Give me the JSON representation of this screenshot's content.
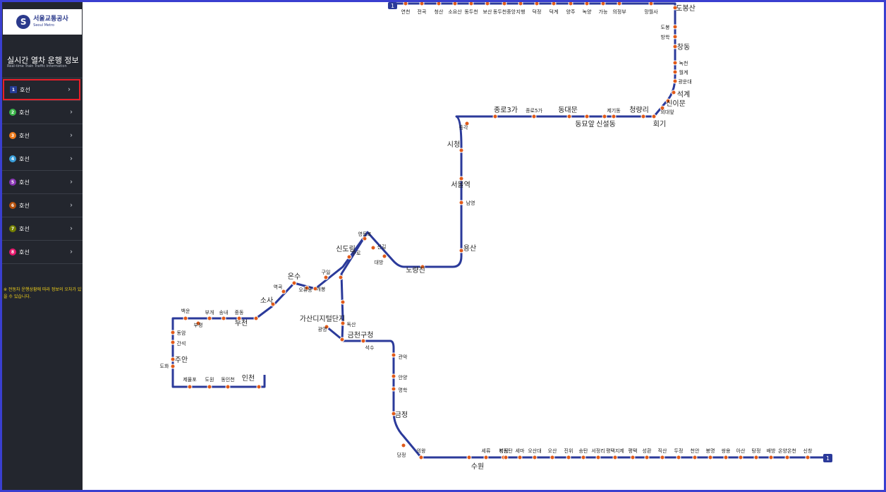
{
  "brand": {
    "name_kr": "서울교통공사",
    "name_en": "Seoul Metro"
  },
  "sidebar": {
    "title": "실시간 열차 운행 정보",
    "subtitle": "Real-time Train Traffic Information",
    "lines": [
      {
        "num": "1",
        "label": "호선",
        "color": "#263c96",
        "selected": true
      },
      {
        "num": "2",
        "label": "호선",
        "color": "#3cb44a",
        "selected": false
      },
      {
        "num": "3",
        "label": "호선",
        "color": "#ef7c1c",
        "selected": false
      },
      {
        "num": "4",
        "label": "호선",
        "color": "#3a9ed9",
        "selected": false
      },
      {
        "num": "5",
        "label": "호선",
        "color": "#8a36b4",
        "selected": false
      },
      {
        "num": "6",
        "label": "호선",
        "color": "#b5500b",
        "selected": false
      },
      {
        "num": "7",
        "label": "호선",
        "color": "#747f00",
        "selected": false
      },
      {
        "num": "8",
        "label": "호선",
        "color": "#e6186c",
        "selected": false
      }
    ],
    "note": "※ 전동차 운행상황에 따라 정보의 오차가 있을 수 있습니다."
  },
  "map": {
    "line_color": "#2b3a9a",
    "station_color": "#e05a1a",
    "top_terminal": "1",
    "bottom_terminal": "1",
    "stations": {
      "top_row": [
        "연천",
        "전곡",
        "청산",
        "소요산",
        "동두천",
        "보산",
        "동두천중앙",
        "지행",
        "덕정",
        "덕계",
        "양주",
        "녹양",
        "가능",
        "의정부",
        "망월사"
      ],
      "dobongsan": "도봉산",
      "dobong": "도봉",
      "banghak": "방학",
      "chang_dong": "창동",
      "nokcheon": "녹천",
      "wolgye": "월계",
      "kwangwoon": "광운대",
      "seokgye": "석계",
      "sinimun": "신이문",
      "oegukeo": "외대앞",
      "hoegi": "회기",
      "cheongnyangni": "청량리",
      "jegidong": "제기동",
      "sinseoldong": "신설동",
      "dongmyo": "동묘앞",
      "dongdaemun": "동대문",
      "jongno5": "종로5가",
      "jongno3": "종로3가",
      "jonggak": "종각",
      "cityhall": "시청",
      "seoul": "서울역",
      "namyeong": "남영",
      "yongsan": "용산",
      "noryangjin": "노량진",
      "daebang": "대방",
      "singil": "신길",
      "yeongdeungpo": "영등포",
      "sindorim": "신도림",
      "guro": "구로",
      "guil": "구일",
      "gaebong": "개봉",
      "oryudong": "오류동",
      "onsu": "온수",
      "yeokgok": "역곡",
      "sosa": "소사",
      "bucheon": "부천",
      "jungdong": "중동",
      "songnae": "송내",
      "bugae": "부개",
      "baegun": "백운",
      "bupyeong": "부평",
      "dongam": "동암",
      "ganseok": "간석",
      "juan": "주안",
      "dohwa": "도화",
      "jemulpo": "제물포",
      "dowon": "도원",
      "dongincheon": "동인천",
      "incheon": "인천",
      "gasan": "가산디지털단지",
      "doksan": "독산",
      "gwangmyeong": "광명",
      "geumcheon": "금천구청",
      "seoksu": "석수",
      "gwanak": "관악",
      "anyang": "안양",
      "myeonghak": "명학",
      "geumjeong": "금정",
      "uiwang": "의왕",
      "suwon": "수원",
      "dangjeong": "당정",
      "bottom_row": [
        "세류",
        "병점",
        "서동탄",
        "세마",
        "오산대",
        "오산",
        "진위",
        "송탄",
        "서정리",
        "평택지제",
        "평택",
        "성환",
        "직산",
        "두정",
        "천안",
        "봉명",
        "쌍용",
        "아산",
        "탕정",
        "배방",
        "온양온천",
        "신창"
      ]
    }
  }
}
